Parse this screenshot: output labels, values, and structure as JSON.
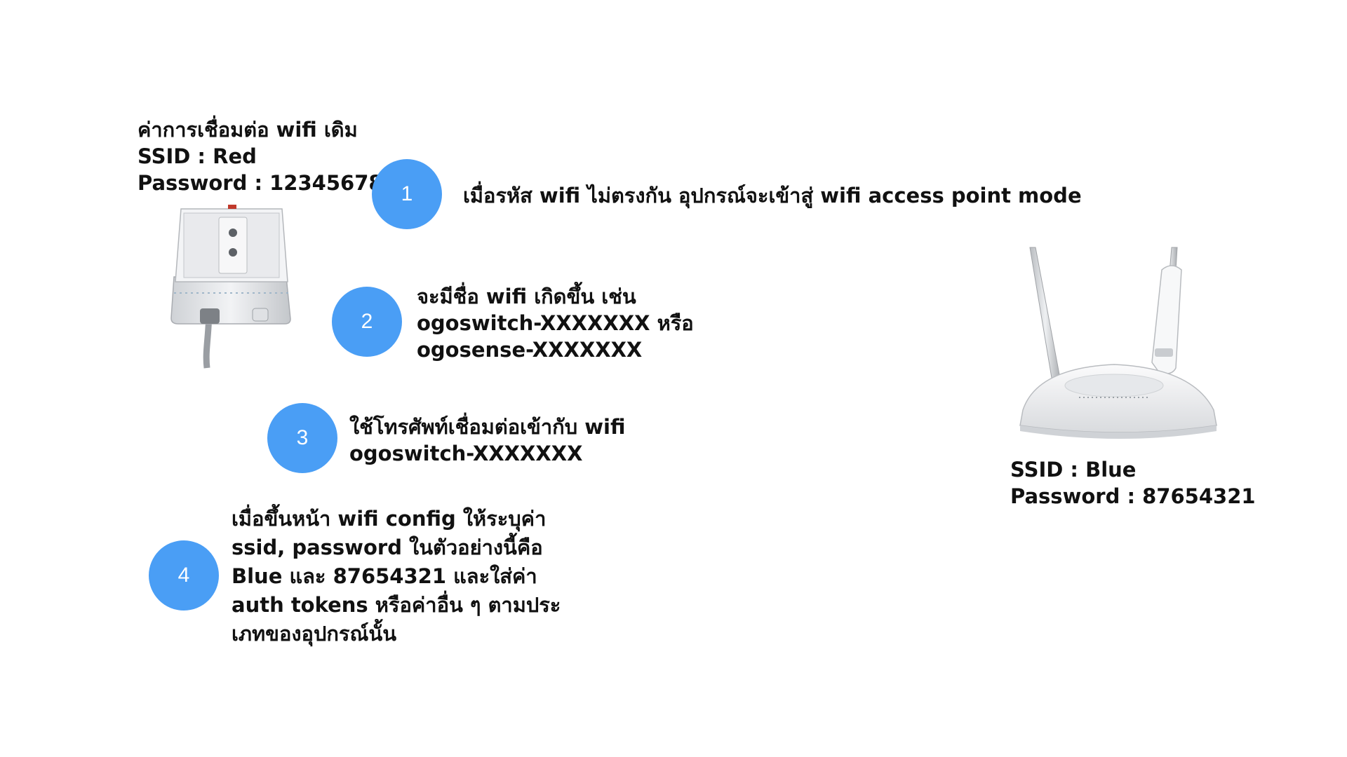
{
  "device": {
    "title": "ค่าการเชื่อมต่อ wifi เดิม",
    "ssid": "SSID : Red",
    "password": "Password : 12345678"
  },
  "router": {
    "ssid": "SSID : Blue",
    "password": "Password : 87654321"
  },
  "steps": [
    {
      "number": "1",
      "lines": [
        "เมื่อรหัส wifi ไม่ตรงกัน อุปกรณ์จะเข้าสู่ wifi access point mode"
      ]
    },
    {
      "number": "2",
      "lines": [
        "จะมีชื่อ wifi เกิดขึ้น เช่น",
        "ogoswitch-XXXXXXX หรือ",
        "ogosense-XXXXXXX"
      ]
    },
    {
      "number": "3",
      "lines": [
        "ใช้โทรศัพท์เชื่อมต่อเข้ากับ wifi",
        "ogoswitch-XXXXXXX"
      ]
    },
    {
      "number": "4",
      "lines": [
        "เมื่อขึ้นหน้า wifi config ให้ระบุค่า",
        "ssid, password ในตัวอย่างนี้คือ",
        "Blue และ 87654321 และใส่ค่า",
        "auth tokens หรือค่าอื่น ๆ ตามประ",
        "เภทของอุปกรณ์นั้น"
      ]
    }
  ],
  "colors": {
    "step_circle": "#4a9ef5",
    "text": "#111111"
  }
}
